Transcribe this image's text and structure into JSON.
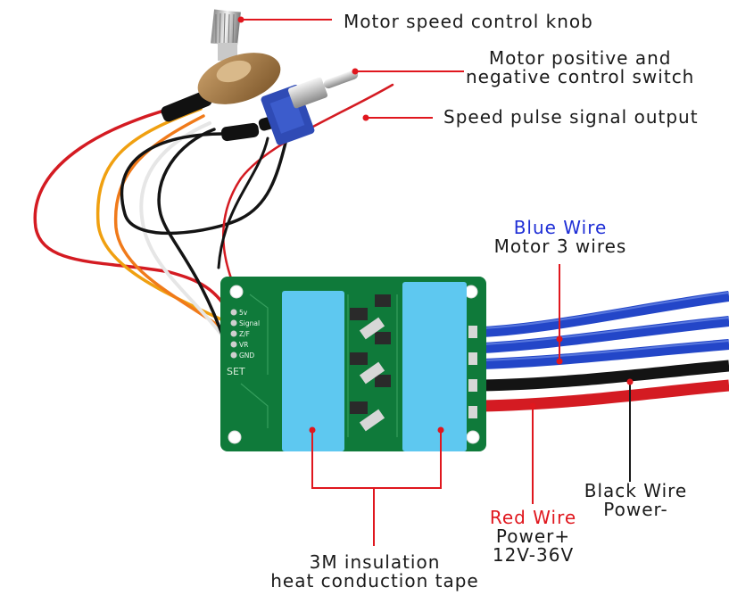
{
  "callouts": {
    "knob": "Motor speed control knob",
    "switch_line1": "Motor positive and",
    "switch_line2": "negative control switch",
    "pulse": "Speed pulse signal output",
    "blue_title": "Blue Wire",
    "blue_sub": "Motor 3 wires",
    "black_title": "Black Wire",
    "black_sub": "Power-",
    "red_title": "Red Wire",
    "red_sub1": "Power+",
    "red_sub2": "12V-36V",
    "tape_line1": "3M insulation",
    "tape_line2": "heat conduction tape"
  },
  "board": {
    "pins": [
      "5v",
      "Signal",
      "Z/F",
      "VR",
      "GND"
    ],
    "set_label": "SET"
  },
  "colors": {
    "pcb": "#0f7a3a",
    "tape": "#5ec8f0",
    "motor_wire": "#2346c8",
    "power_positive": "#d41b22",
    "power_negative": "#141414",
    "leader_red": "#e0171e",
    "leader_black": "#1a1a1a",
    "label_blue": "#1f2fd6",
    "label_red": "#e0171e"
  }
}
